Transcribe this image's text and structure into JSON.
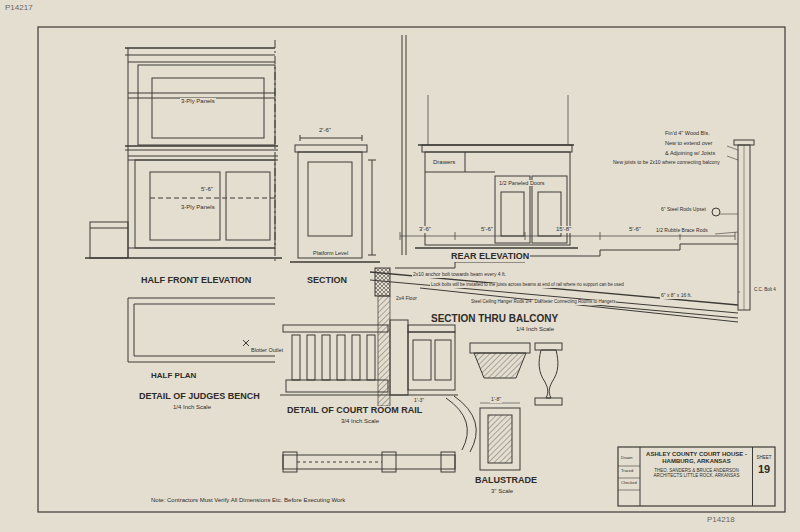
{
  "diagram": {
    "nodes": [
      {
        "text": [
          "ASHLEY COUNTY COURT HOUSE - HAMBURG, ARKANSAS",
          "THEO. SANDERS & BRUCE ANDERSON ARCHITECTS LITTLE ROCK, ARKANSAS"
        ]
      },
      {
        "text": [
          "SHEET",
          "19"
        ],
        "in": 0
      }
    ],
    "labels": [
      "P14217",
      "3-Ply Panels",
      "3-Ply Panels",
      "5'-6\"",
      "HALF FRONT ELEVATION",
      "Blotter Outlet",
      "HALF PLAN",
      "DETAIL OF JUDGES BENCH",
      "1/4 Inch Scale",
      "2'-6\"",
      "Platform Level",
      "SECTION",
      "Drawers",
      "1/2 Paneled Doors",
      "REAR ELEVATION",
      "Fin'd 4\" Wood Bls.",
      "New to extend over",
      "& Adjoining w/ Joists",
      "New joists to be 2x10 where connecting balcony",
      "6\" Steel Rods Upset",
      "1/2 Rubble Brace Rods",
      "3'-6\"",
      "5'-6\"",
      "15'-8\"",
      "5'-6\"",
      "2x10 anchor bolt towards beam every 4 ft.",
      "Lock bolts will be installed to the joists across beams at end of rail where no support can be used",
      "2x4 Floor",
      "Steel Ceiling Hanger Rods 3/4\" Diameter Connecting Rooms to Hangers",
      "6\" x 8\" x 16 ft.",
      "C.C. Bolt 4",
      "SECTION THRU BALCONY",
      "1/4 Inch Scale",
      "DETAIL OF COURT ROOM RAIL",
      "3/4 Inch Scale",
      "1'-3\"",
      "1'-8\"",
      "BALUSTRADE",
      "3\" Scale",
      "Note: Contractors Must Verify All Dimensions Etc. Before Executing Work",
      "Drawn",
      "Traced",
      "Checked",
      "P14218"
    ]
  }
}
